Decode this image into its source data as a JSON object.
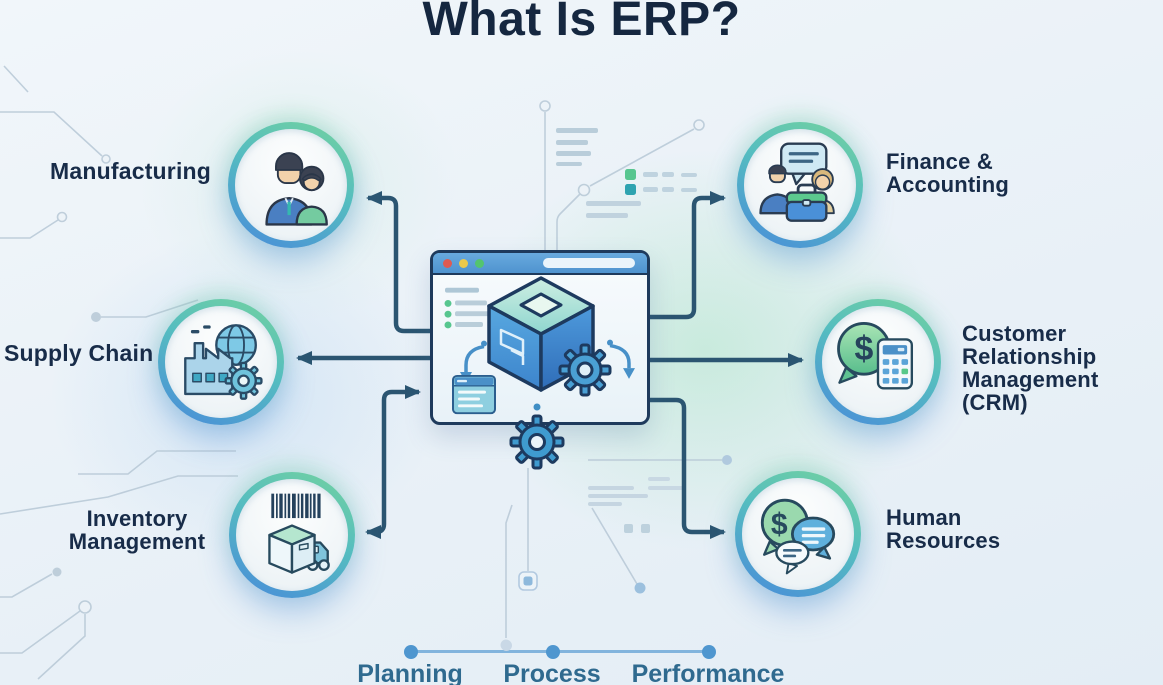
{
  "title": "What Is ERP?",
  "modules": [
    {
      "id": "manufacturing",
      "label": "Manufacturing",
      "icon": "workers-icon"
    },
    {
      "id": "finance-accounting",
      "label": "Finance & Accounting",
      "icon": "chat-briefcase-icon"
    },
    {
      "id": "supply-chain",
      "label": "Supply Chain",
      "icon": "factory-globe-gear-icon"
    },
    {
      "id": "crm",
      "label": "Customer Relationship Management (CRM)",
      "icon": "dollar-chat-calculator-icon"
    },
    {
      "id": "inventory-management",
      "label": "Inventory Management",
      "icon": "barcode-box-truck-icon"
    },
    {
      "id": "human-resources",
      "label": "Human Resources",
      "icon": "speech-bubbles-dollar-icon"
    }
  ],
  "center": {
    "icon": "erp-browser-window-cube-gears-icon"
  },
  "timeline": {
    "labels": [
      "Planning",
      "Process",
      "Performance"
    ]
  },
  "colors": {
    "title_text": "#152740",
    "module_label_text": "#182c49",
    "connector": "#2b5571",
    "ring_green": "#74d39e",
    "ring_blue": "#4a8fd8",
    "window_bar": "#4f93cf",
    "traffic_red": "#e05a52",
    "traffic_yellow": "#ecc94b",
    "traffic_green": "#53c46f",
    "timeline_line": "#82b4dd",
    "timeline_dot": "#4f96cf",
    "timeline_label_text": "#2f6a8f"
  }
}
